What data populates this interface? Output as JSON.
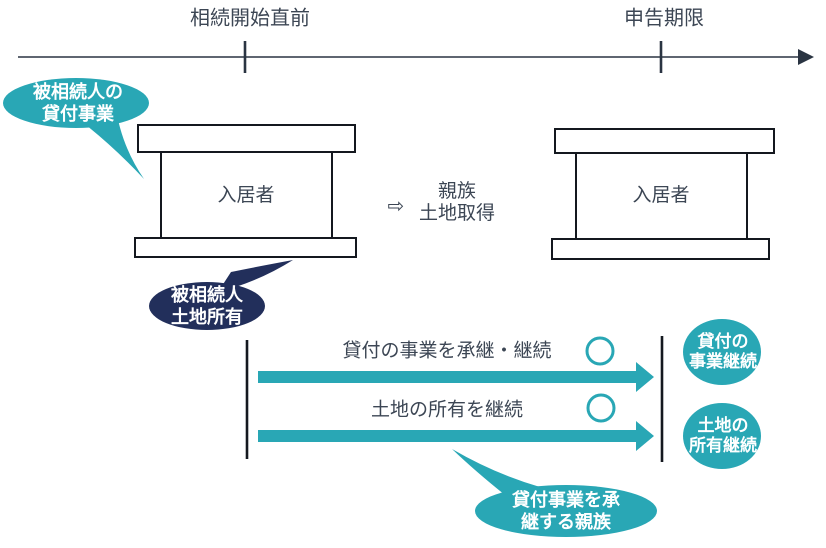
{
  "colors": {
    "teal": "#29a7b5",
    "navy": "#222f5b",
    "text_dark": "#3c4654",
    "outline": "#14181f",
    "timeline": "#2a3442",
    "white": "#ffffff"
  },
  "timeline": {
    "label_left": "相続開始直前",
    "label_right": "申告期限"
  },
  "buildings": {
    "left_label": "入居者",
    "right_label": "入居者"
  },
  "transfer": {
    "arrow_symbol": "⇨",
    "line1": "親族",
    "line2": "土地取得"
  },
  "bubbles": {
    "top_left": {
      "line1": "被相続人の",
      "line2": "貸付事業"
    },
    "land_owner": {
      "line1": "被相続人",
      "line2": "土地所有"
    },
    "bottom": {
      "line1": "貸付事業を承",
      "line2": "継する親族"
    }
  },
  "rows": [
    {
      "label": "貸付の事業を承継・継続",
      "mark": "circle-ok",
      "result_line1": "貸付の",
      "result_line2": "事業継続"
    },
    {
      "label": "土地の所有を継続",
      "mark": "circle-ok",
      "result_line1": "土地の",
      "result_line2": "所有継続"
    }
  ]
}
